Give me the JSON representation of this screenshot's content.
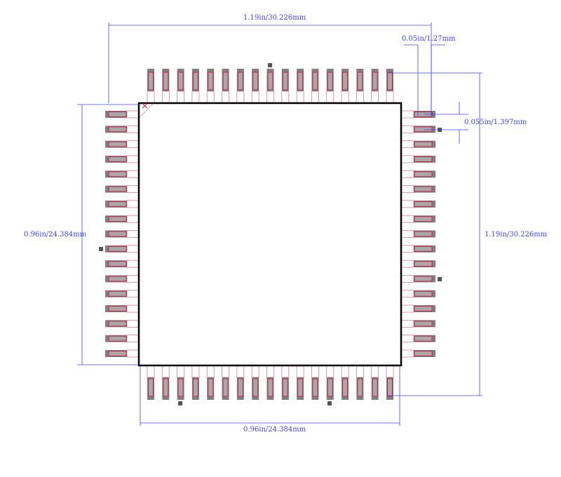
{
  "footprint": {
    "pins_per_side": 17,
    "pin1_marker": "×"
  },
  "dimensions": {
    "top_width": "1.19in/30.226mm",
    "pitch": "0.05in/1.27mm",
    "pad_height": "0.055in/1.397mm",
    "right_height": "1.19in/30.226mm",
    "left_height": "0.96in/24.384mm",
    "bottom_width": "0.96in/24.384mm"
  },
  "colors": {
    "dim": "#4040ff",
    "pad": "#808080",
    "pad_inner": "#a8a8a8",
    "copper": "#d0204a",
    "body": "#000000"
  }
}
